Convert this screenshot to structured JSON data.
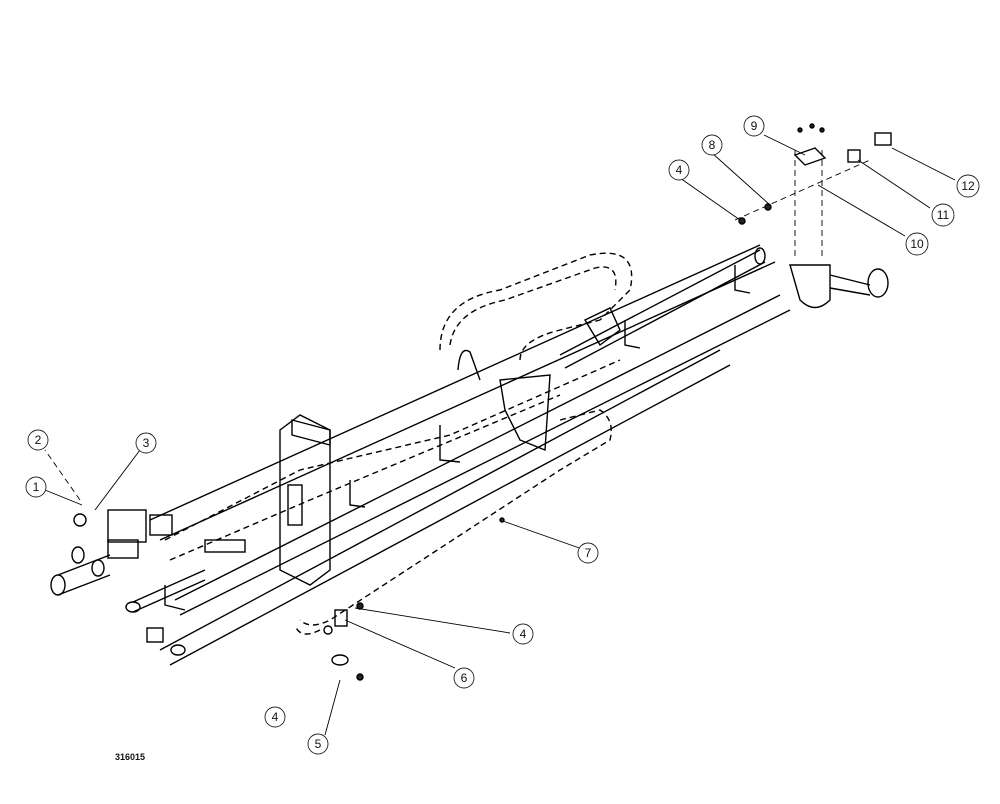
{
  "drawing": {
    "part_number": "316015",
    "callouts": [
      {
        "id": "callout-1",
        "label": "1"
      },
      {
        "id": "callout-2",
        "label": "2"
      },
      {
        "id": "callout-3",
        "label": "3"
      },
      {
        "id": "callout-4a",
        "label": "4"
      },
      {
        "id": "callout-4b",
        "label": "4"
      },
      {
        "id": "callout-4c",
        "label": "4"
      },
      {
        "id": "callout-5",
        "label": "5"
      },
      {
        "id": "callout-6",
        "label": "6"
      },
      {
        "id": "callout-7",
        "label": "7"
      },
      {
        "id": "callout-8",
        "label": "8"
      },
      {
        "id": "callout-9",
        "label": "9"
      },
      {
        "id": "callout-10",
        "label": "10"
      },
      {
        "id": "callout-11",
        "label": "11"
      },
      {
        "id": "callout-12",
        "label": "12"
      }
    ]
  }
}
